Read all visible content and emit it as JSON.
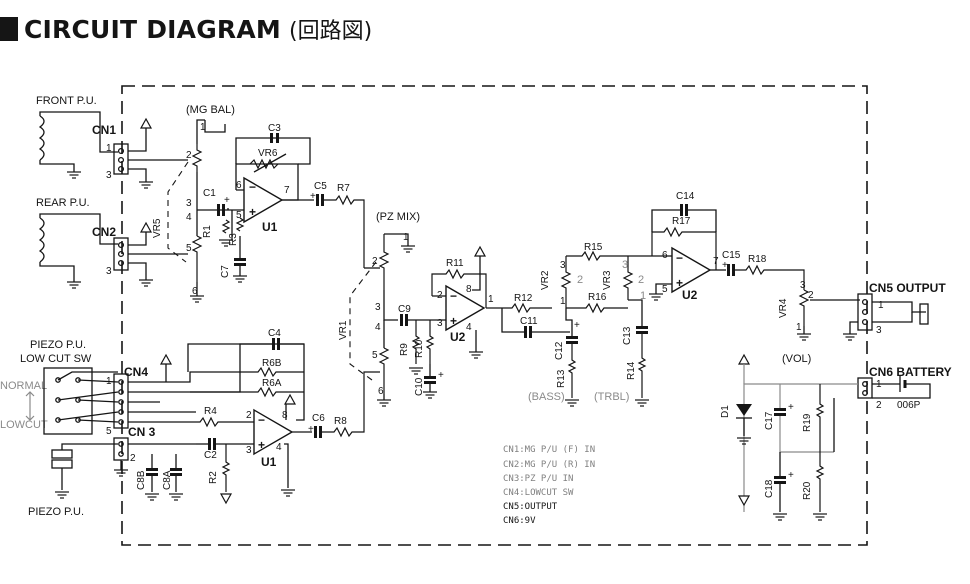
{
  "title": {
    "main": "CIRCUIT DIAGRAM",
    "sub": "(回路図)"
  },
  "section_labels": {
    "front_pu": "FRONT P.U.",
    "rear_pu": "REAR P.U.",
    "piezo_pu": "PIEZO P.U.",
    "piezo_pu_bottom": "PIEZO P.U.",
    "low_cut_sw": "LOW CUT SW",
    "normal": "NORMAL",
    "lowcut": "LOWCUT",
    "mg_bal": "(MG BAL)",
    "pz_mix": "(PZ MIX)",
    "bass": "(BASS)",
    "trbl": "(TRBL)",
    "vol": "(VOL)",
    "cn5_output": "CN5 OUTPUT",
    "cn6_battery": "CN6 BATTERY",
    "battery_type": "006P"
  },
  "connectors": [
    "CN1",
    "CN2",
    "CN3",
    "CN4",
    "CN5",
    "CN6"
  ],
  "opamps": {
    "u1_top": "U1",
    "u1_bottom": "U1",
    "u2_mid": "U2",
    "u2_right": "U2"
  },
  "resistors": [
    "R1",
    "R2",
    "R3",
    "R4",
    "R6A",
    "R6B",
    "R7",
    "R8",
    "R9",
    "R10",
    "R11",
    "R12",
    "R13",
    "R14",
    "R15",
    "R16",
    "R17",
    "R18",
    "R19",
    "R20"
  ],
  "capacitors": [
    "C1",
    "C2",
    "C3",
    "C4",
    "C5",
    "C6",
    "C7",
    "C8A",
    "C8B",
    "C9",
    "C10",
    "C11",
    "C12",
    "C13",
    "C14",
    "C15",
    "C17",
    "C18"
  ],
  "pots": [
    "VR1",
    "VR2",
    "VR3",
    "VR4",
    "VR5",
    "VR6"
  ],
  "diodes": [
    "D1"
  ],
  "legend": [
    "CN1:MG P/U  (F)  IN",
    "CN2:MG P/U  (R)  IN",
    "CN3:PZ P/U  IN",
    "CN4:LOWCUT  SW",
    "CN5:OUTPUT",
    "CN6:9V"
  ]
}
